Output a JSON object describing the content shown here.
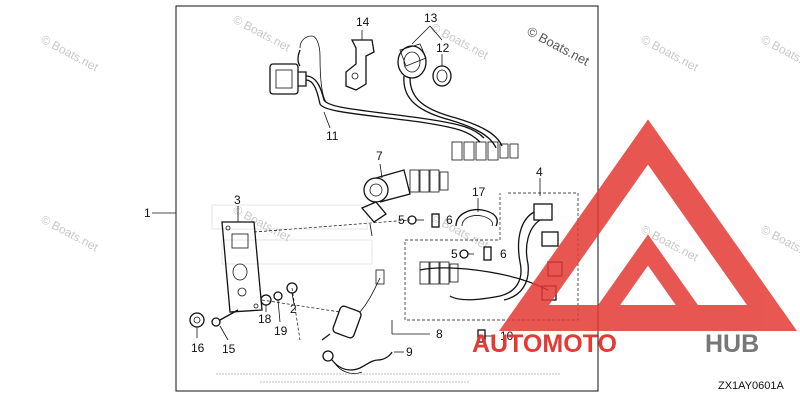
{
  "watermarks": {
    "site": "© Boats.net"
  },
  "callouts": [
    {
      "id": "1",
      "label": "1"
    },
    {
      "id": "2",
      "label": "2"
    },
    {
      "id": "3",
      "label": "3"
    },
    {
      "id": "4",
      "label": "4"
    },
    {
      "id": "5a",
      "label": "5"
    },
    {
      "id": "5b",
      "label": "5"
    },
    {
      "id": "6a",
      "label": "6"
    },
    {
      "id": "6b",
      "label": "6"
    },
    {
      "id": "7",
      "label": "7"
    },
    {
      "id": "8",
      "label": "8"
    },
    {
      "id": "9",
      "label": "9"
    },
    {
      "id": "10",
      "label": "10"
    },
    {
      "id": "11",
      "label": "11"
    },
    {
      "id": "12",
      "label": "12"
    },
    {
      "id": "13",
      "label": "13"
    },
    {
      "id": "14",
      "label": "14"
    },
    {
      "id": "15",
      "label": "15"
    },
    {
      "id": "16",
      "label": "16"
    },
    {
      "id": "17",
      "label": "17"
    },
    {
      "id": "18",
      "label": "18"
    },
    {
      "id": "19",
      "label": "19"
    }
  ],
  "diagram_code": "ZX1AY0601A",
  "brand": {
    "part1": "AUTOMOTO",
    "part2": "HUB",
    "color_main": "#e53935",
    "color_accent": "#777777"
  }
}
